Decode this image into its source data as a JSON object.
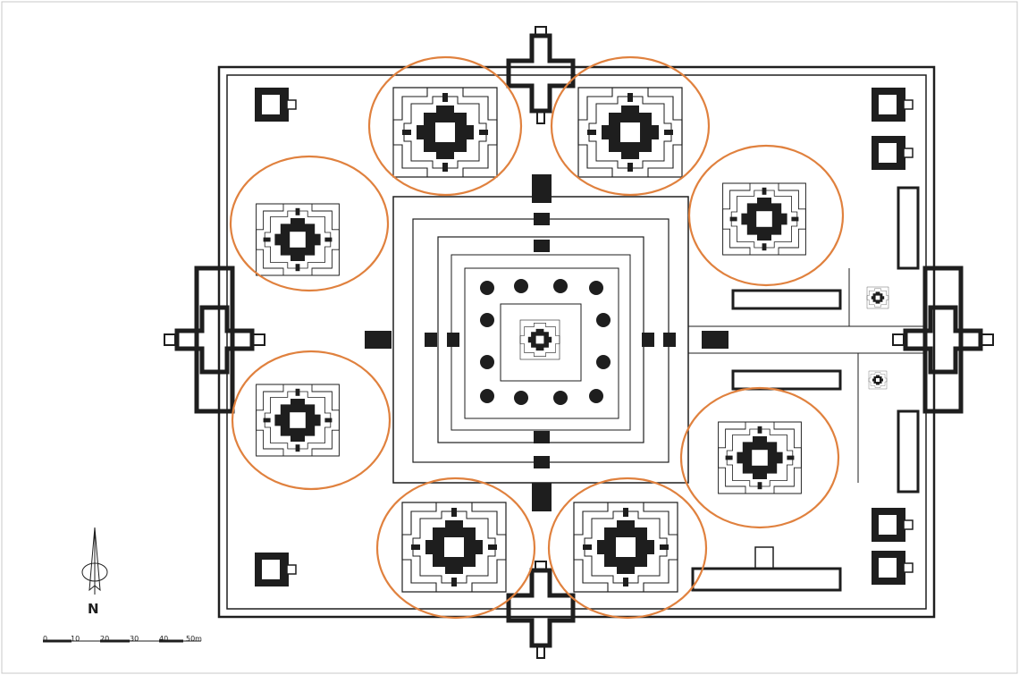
{
  "north_arrow": {
    "label": "N",
    "icon": "north-arrow-icon"
  },
  "scale_bar": {
    "ticks": [
      "0",
      "10",
      "20",
      "30",
      "40",
      "50m"
    ]
  },
  "annotation": {
    "color": "#e0813e",
    "count": 8,
    "marker": "ellipse"
  },
  "plan_color": "#1e1e1e"
}
